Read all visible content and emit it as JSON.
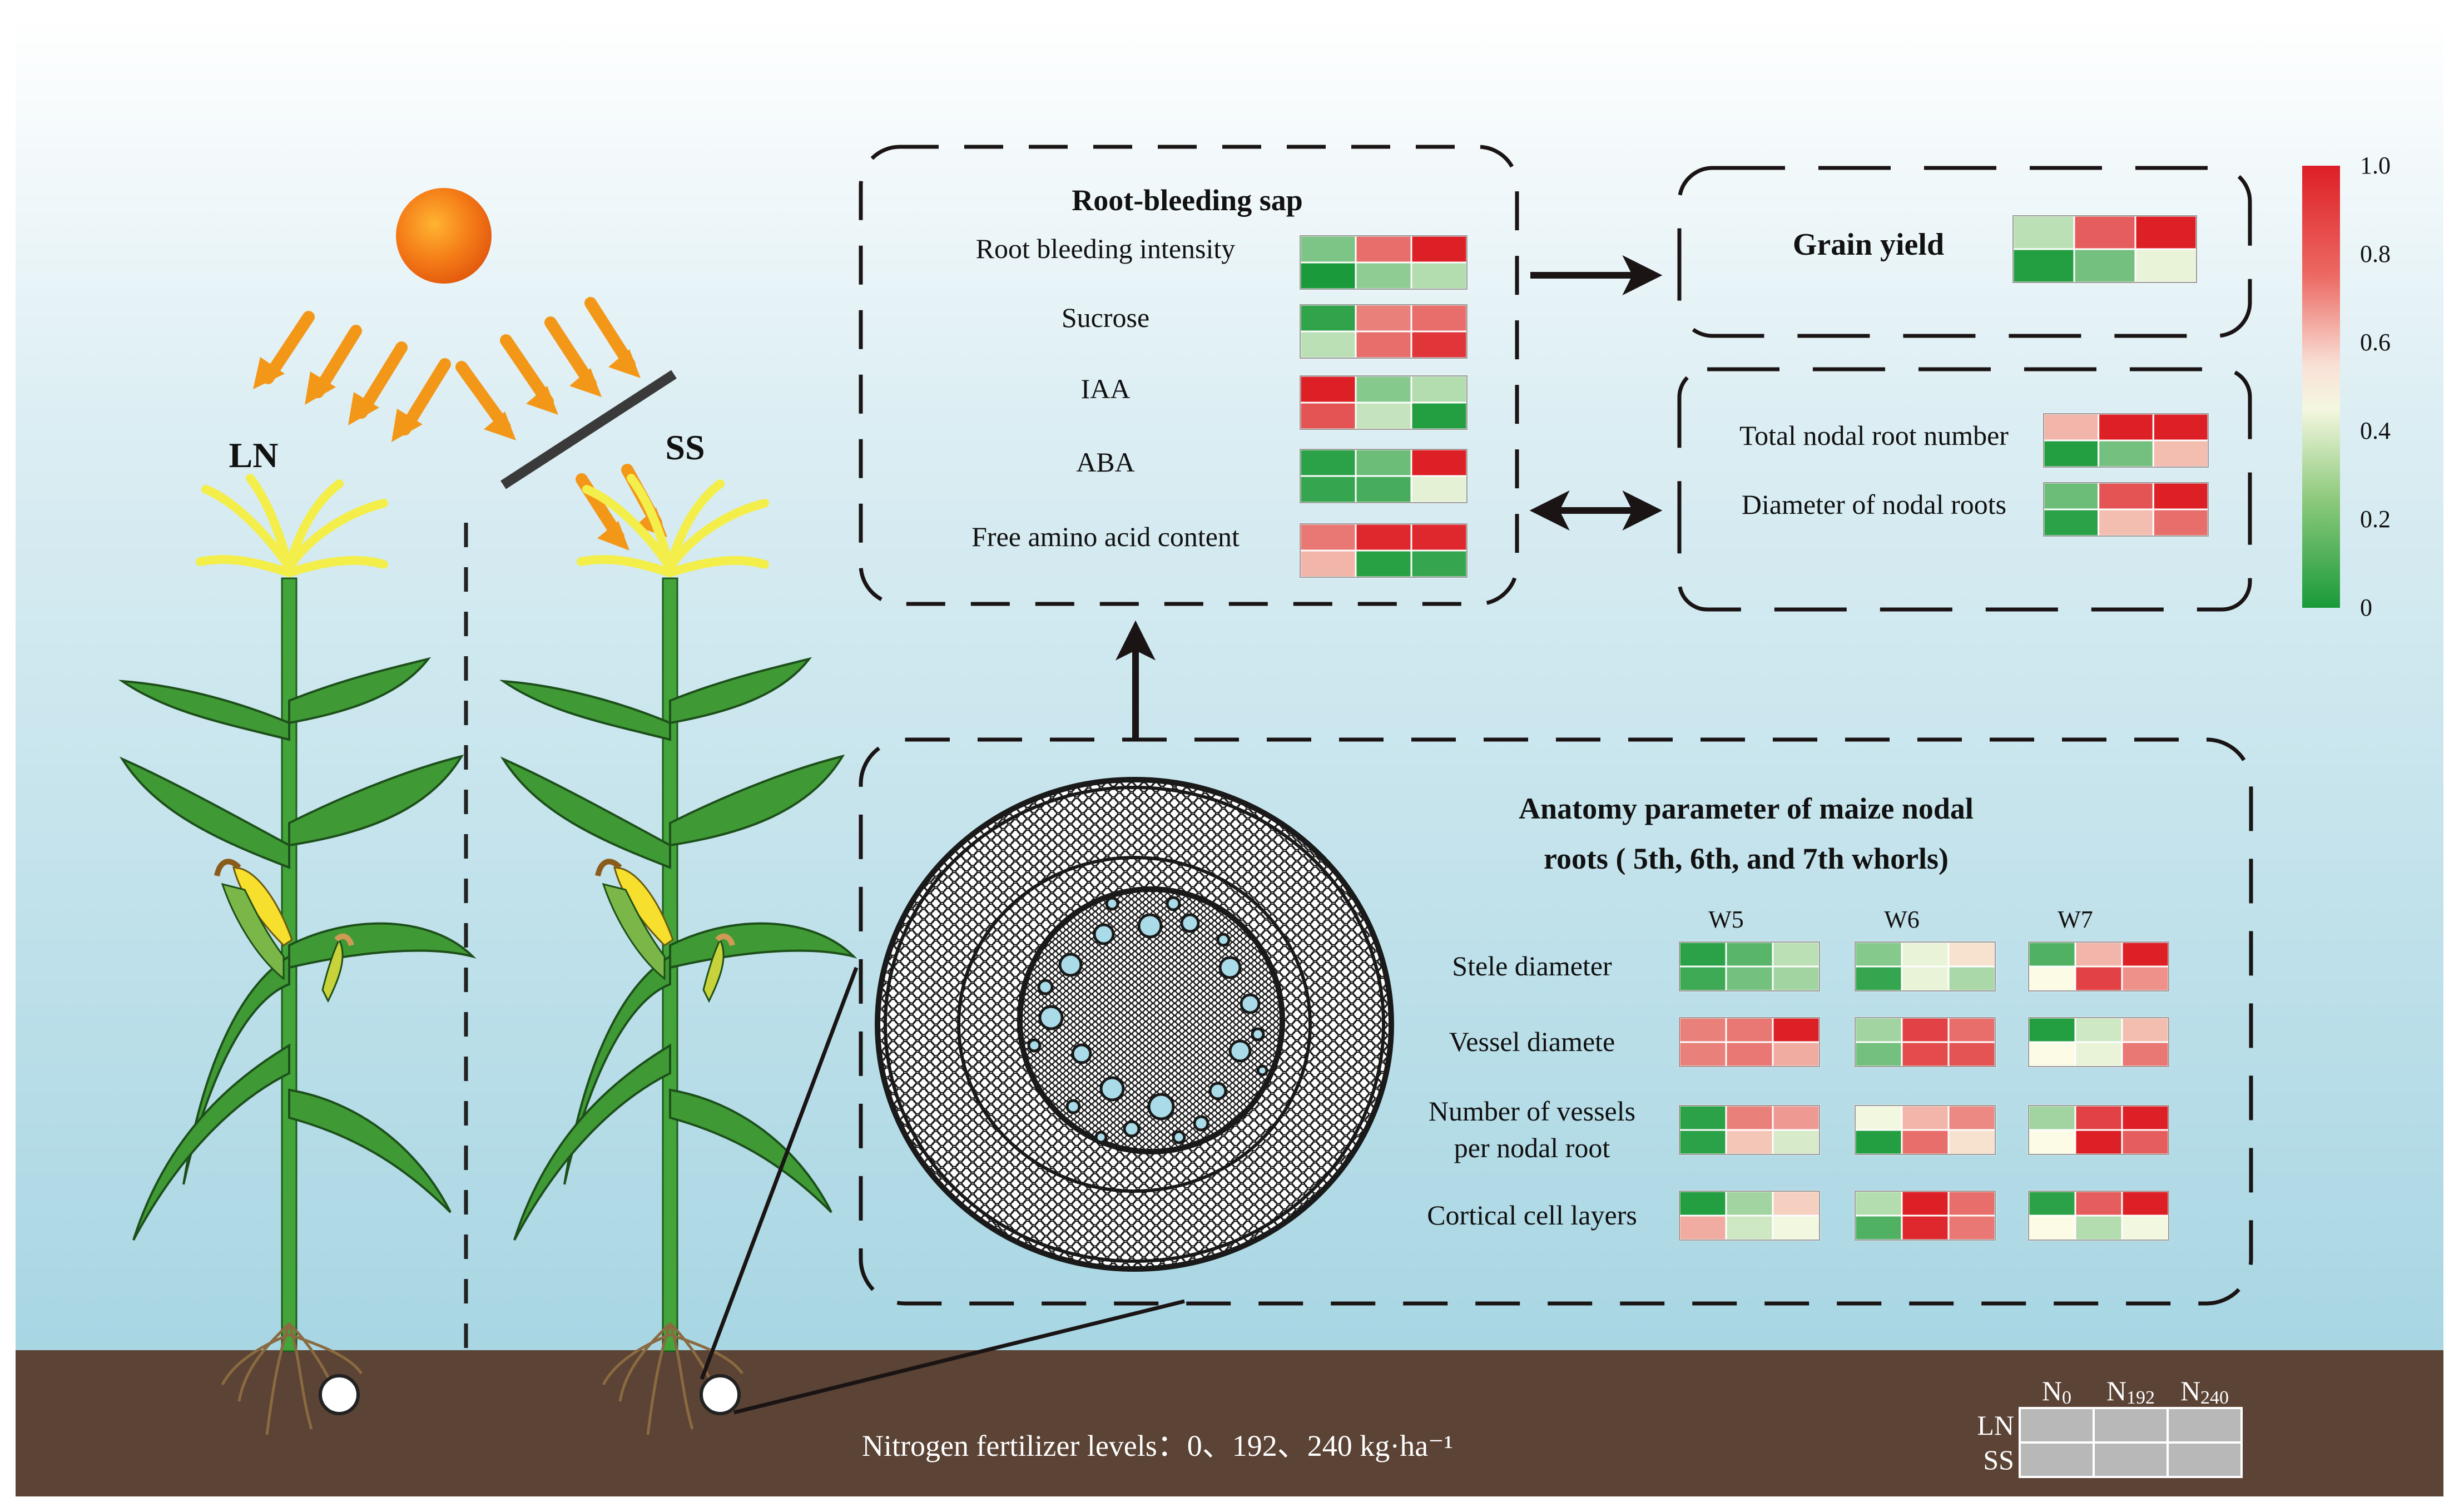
{
  "labels": {
    "ln": "LN",
    "ss": "SS",
    "root_bleeding_title": "Root-bleeding sap",
    "grain_yield_title": "Grain yield",
    "anatomy_title_line1": "Anatomy parameter of maize nodal",
    "anatomy_title_line2": "roots ( 5th, 6th, and 7th whorls)",
    "nitrogen_levels": "Nitrogen fertilizer levels：0、192、240 kg·ha⁻¹"
  },
  "colorbar": {
    "ticks": [
      "1.0",
      "0.8",
      "0.6",
      "0.4",
      "0.2",
      "0"
    ],
    "colors": {
      "low": "#1a9a3a",
      "mid": "#fbfbe6",
      "high": "#dd1f26"
    }
  },
  "root_bleeding": {
    "rows": [
      {
        "label": "Root bleeding intensity",
        "values": [
          [
            0.22,
            0.82,
            1.0
          ],
          [
            0.0,
            0.26,
            0.34
          ]
        ]
      },
      {
        "label": "Sucrose",
        "values": [
          [
            0.05,
            0.78,
            0.82
          ],
          [
            0.36,
            0.82,
            0.95
          ]
        ]
      },
      {
        "label": "IAA",
        "values": [
          [
            1.0,
            0.24,
            0.34
          ],
          [
            0.88,
            0.38,
            0.02
          ]
        ]
      },
      {
        "label": "ABA",
        "values": [
          [
            0.04,
            0.18,
            1.0
          ],
          [
            0.06,
            0.1,
            0.45
          ]
        ]
      },
      {
        "label": "Free amino acid content",
        "values": [
          [
            0.8,
            0.98,
            0.98
          ],
          [
            0.66,
            0.03,
            0.06
          ]
        ]
      }
    ]
  },
  "grain_yield": {
    "values": [
      [
        0.36,
        0.86,
        1.0
      ],
      [
        0.02,
        0.2,
        0.46
      ]
    ]
  },
  "nodal_roots": {
    "rows": [
      {
        "label": "Total nodal root number",
        "values": [
          [
            0.66,
            1.0,
            1.0
          ],
          [
            0.02,
            0.2,
            0.64
          ]
        ]
      },
      {
        "label": "Diameter of nodal roots",
        "values": [
          [
            0.18,
            0.88,
            1.0
          ],
          [
            0.04,
            0.64,
            0.82
          ]
        ]
      }
    ]
  },
  "anatomy": {
    "whorl_headers": [
      "W5",
      "W6",
      "W7"
    ],
    "rows": [
      {
        "label_lines": [
          "Stele diameter"
        ],
        "values": {
          "W5": [
            [
              0.04,
              0.14,
              0.36
            ],
            [
              0.08,
              0.2,
              0.3
            ]
          ],
          "W6": [
            [
              0.24,
              0.46,
              0.56
            ],
            [
              0.06,
              0.46,
              0.32
            ]
          ],
          "W7": [
            [
              0.12,
              0.66,
              1.0
            ],
            [
              0.5,
              0.92,
              0.74
            ]
          ]
        }
      },
      {
        "label_lines": [
          "Vessel diamete"
        ],
        "values": {
          "W5": [
            [
              0.78,
              0.8,
              1.0
            ],
            [
              0.78,
              0.8,
              0.68
            ]
          ],
          "W6": [
            [
              0.3,
              0.92,
              0.82
            ],
            [
              0.2,
              0.9,
              0.88
            ]
          ],
          "W7": [
            [
              0.02,
              0.4,
              0.64
            ],
            [
              0.5,
              0.46,
              0.8
            ]
          ]
        }
      },
      {
        "label_lines": [
          "Number of vessels",
          "per nodal root"
        ],
        "values": {
          "W5": [
            [
              0.04,
              0.78,
              0.72
            ],
            [
              0.04,
              0.62,
              0.42
            ]
          ],
          "W6": [
            [
              0.48,
              0.66,
              0.76
            ],
            [
              0.02,
              0.82,
              0.56
            ]
          ],
          "W7": [
            [
              0.3,
              0.92,
              1.0
            ],
            [
              0.5,
              1.0,
              0.86
            ]
          ]
        }
      },
      {
        "label_lines": [
          "Cortical cell layers"
        ],
        "values": {
          "W5": [
            [
              0.02,
              0.3,
              0.6
            ],
            [
              0.68,
              0.4,
              0.48
            ]
          ],
          "W6": [
            [
              0.34,
              1.0,
              0.82
            ],
            [
              0.12,
              0.98,
              0.8
            ]
          ],
          "W7": [
            [
              0.04,
              0.86,
              1.0
            ],
            [
              0.5,
              0.34,
              0.48
            ]
          ]
        }
      }
    ]
  },
  "legend": {
    "col_headers": [
      {
        "main": "N",
        "sub": "0"
      },
      {
        "main": "N",
        "sub": "192"
      },
      {
        "main": "N",
        "sub": "240"
      }
    ],
    "row_headers": [
      "LN",
      "SS"
    ]
  }
}
